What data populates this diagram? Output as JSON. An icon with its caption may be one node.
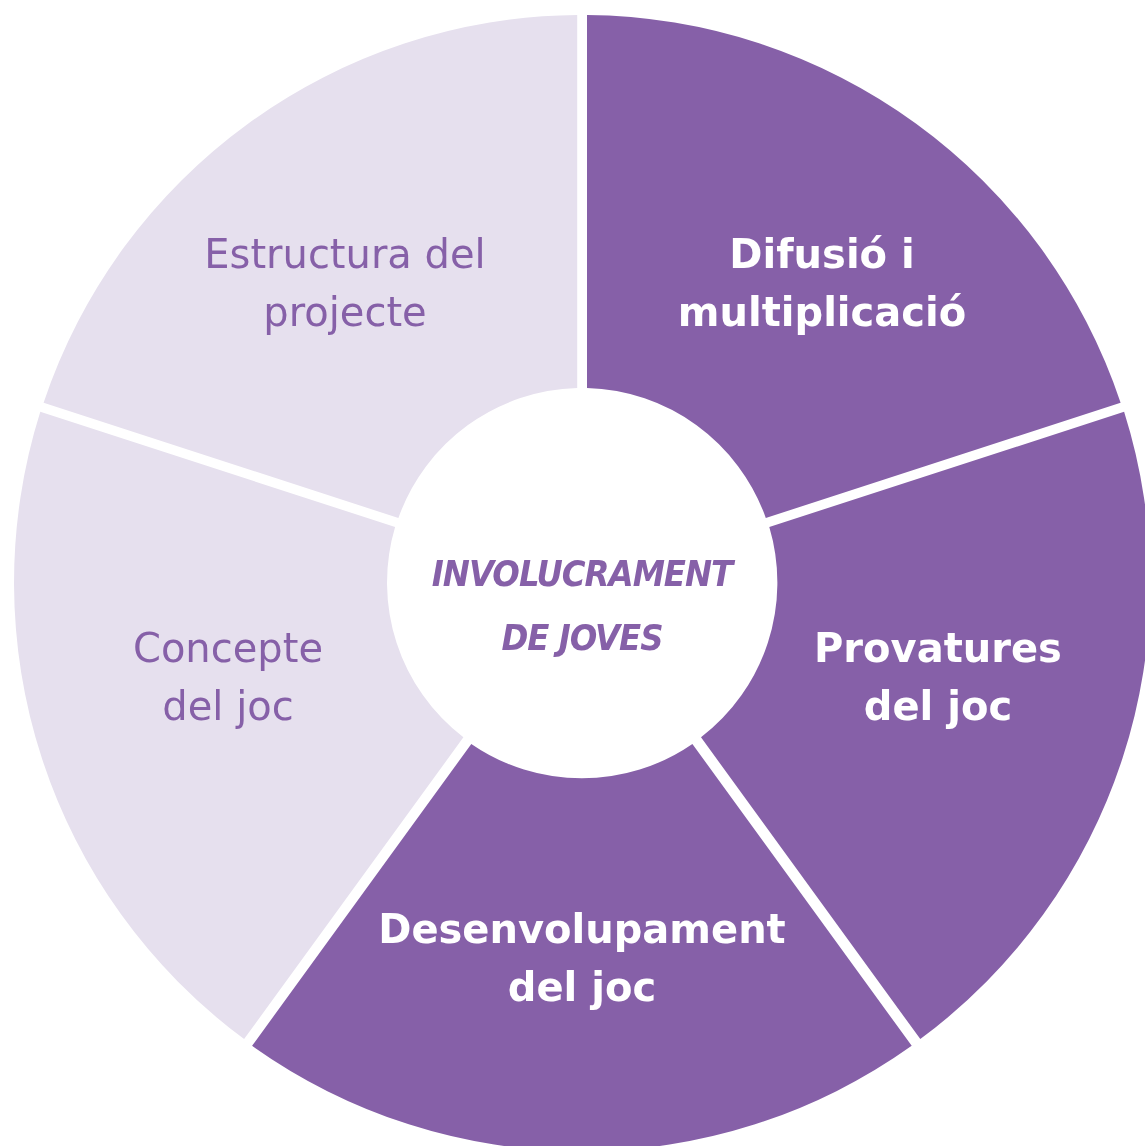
{
  "diagram": {
    "nodes": [
      {
        "text": [
          "Estructura del projecte"
        ]
      },
      {
        "text": [
          "Difusió i multiplicació"
        ]
      },
      {
        "text": [
          "INVOLUCRAMENT DE JOVES"
        ]
      },
      {
        "text": [
          "Concepte del joc"
        ]
      },
      {
        "text": [
          "Provatures del joc"
        ]
      },
      {
        "text": [
          "Desenvolupament del joc"
        ]
      }
    ]
  }
}
